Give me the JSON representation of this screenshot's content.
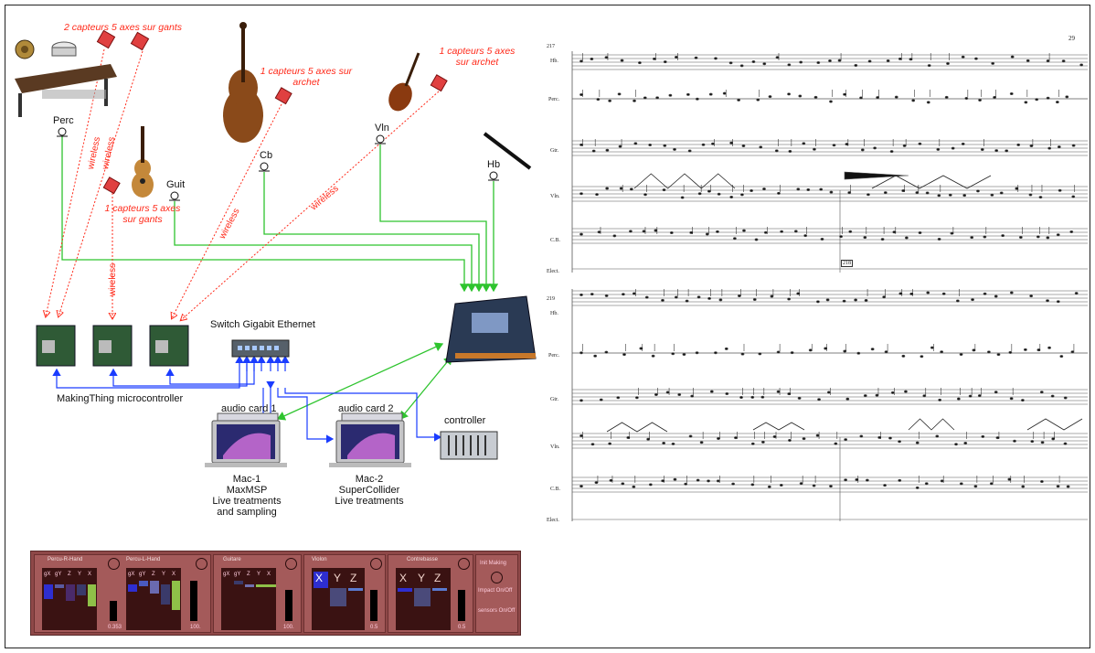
{
  "diagram": {
    "sensor_notes": {
      "perc": "2 capteurs 5 axes sur gants",
      "cb": "1 capteurs 5 axes sur archet",
      "vln": "1 capteurs 5 axes sur archet",
      "guit": "1 capteurs 5 axes sur gants"
    },
    "instrument_labels": {
      "perc": "Perc",
      "cb": "Cb",
      "vln": "Vln",
      "hb": "Hb",
      "guit": "Guit"
    },
    "wireless_label": "wireless",
    "switch_label": "Switch Gigabit Ethernet",
    "microcontroller_label": "MakingThing microcontroller",
    "audio_card_1": "audio card 1",
    "audio_card_2": "audio card 2",
    "controller_label": "controller",
    "mac1": {
      "name": "Mac-1",
      "software": "MaxMSP",
      "line3": "Live treatments",
      "line4": "and sampling"
    },
    "mac2": {
      "name": "Mac-2",
      "software": "SuperCollider",
      "line3": "Live treatments"
    },
    "colors": {
      "signal_green": "#2ec42e",
      "network_blue": "#1a3cff",
      "wireless_red": "#ff2a1a",
      "panel_maroon": "#8e4848"
    }
  },
  "control_panel": {
    "sections": [
      "Percu-R-Hand",
      "Percu-L-Hand",
      "Guitare",
      "Violon",
      "Contrebasse"
    ],
    "axes5": [
      "gX",
      "gY",
      "Z",
      "Y",
      "X"
    ],
    "axes_g": [
      "gX",
      "gY",
      "Z",
      "Y",
      "X"
    ],
    "xyz": [
      "X",
      "Y",
      "Z"
    ],
    "values": [
      "0.353",
      "100.",
      "100.",
      "0.5",
      "0.5"
    ],
    "side": {
      "init": "Init Making",
      "impact": "Impact On/Off",
      "sensors": "sensors On/Off"
    }
  },
  "score": {
    "page_number": "29",
    "staves_top": [
      "Hb.",
      "Perc.",
      "Gtr.",
      "Vln.",
      "C.B.",
      "Elect."
    ],
    "staves_bottom": [
      "Hb.",
      "Perc.",
      "Gtr.",
      "Vln.",
      "C.B.",
      "Elect."
    ],
    "measure_top": "217",
    "measure_mid": "218",
    "measure_bottom": "219"
  }
}
